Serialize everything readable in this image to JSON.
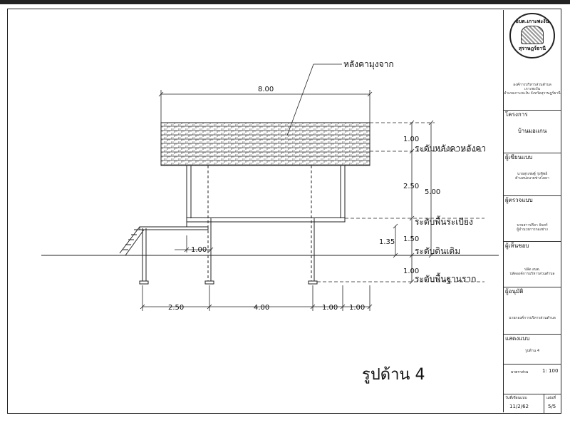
{
  "drawing": {
    "title": "รูปด้าน 4",
    "roof_label": "หลังคามุงจาก",
    "dims": {
      "roof_width": "8.00",
      "roof_height": "1.00",
      "wall_height": "2.50",
      "total_height": "5.00",
      "floor_height": "1.50",
      "deck_height": "1.35",
      "footing_depth": "1.00",
      "step_width": "1.00",
      "bottom_a": "2.50",
      "bottom_b": "4.00",
      "bottom_c": "1.00",
      "bottom_d": "1.00"
    },
    "levels": {
      "roof_level": "ระดับหลังคาหลังคา",
      "veranda_level": "ระดับพื้นระเบียง",
      "ground_level": "ระดับดินเดิม",
      "foundation_level": "ระดับพื้นฐานราก"
    }
  },
  "title_block": {
    "logo_text_top": "อบต.เกาะพะงัน",
    "logo_text_bottom": "สุราษฎร์ธานี",
    "org_line1": "องค์การบริหารส่วนตำบล",
    "org_line2": "เกาะพะงัน",
    "org_line3": "อำเภอเกาะพะงัน   จังหวัดสุราษฎร์ธานี",
    "project_header": "โครงการ",
    "project_name": "บ้านมอแกน",
    "designer_header": "ผู้เขียนแบบ",
    "designer_line1": "นายสุรเชษฐ์ รุ่งทิพย์",
    "designer_line2": "ตำแหน่งนายช่างโยธา",
    "checker_header": "ผู้ตรวจแบบ",
    "checker_line1": "นายสาวปรียา จันทร์",
    "checker_line2": "ผู้อำนวยการกองช่าง",
    "proposer_header": "ผู้เห็นชอบ",
    "proposer_line1": "ปลัด อบต.",
    "proposer_line2": "ปลัดองค์การบริหารส่วนตำบล",
    "approver_header": "ผู้อนุมัติ",
    "approver_line1": "นายกองค์การบริหารส่วนตำบล",
    "approver_line2": "",
    "sheet_header": "แสดงแบบ",
    "sheet_name": "รูปด้าน 4",
    "scale_label": "มาตราส่วน",
    "scale_value": "1: 100",
    "date_label": "วันที่เขียนแบบ",
    "sheet_no_label": "แผ่นที่",
    "date_value": "11/2/62",
    "sheet_no_value": "5/5"
  }
}
